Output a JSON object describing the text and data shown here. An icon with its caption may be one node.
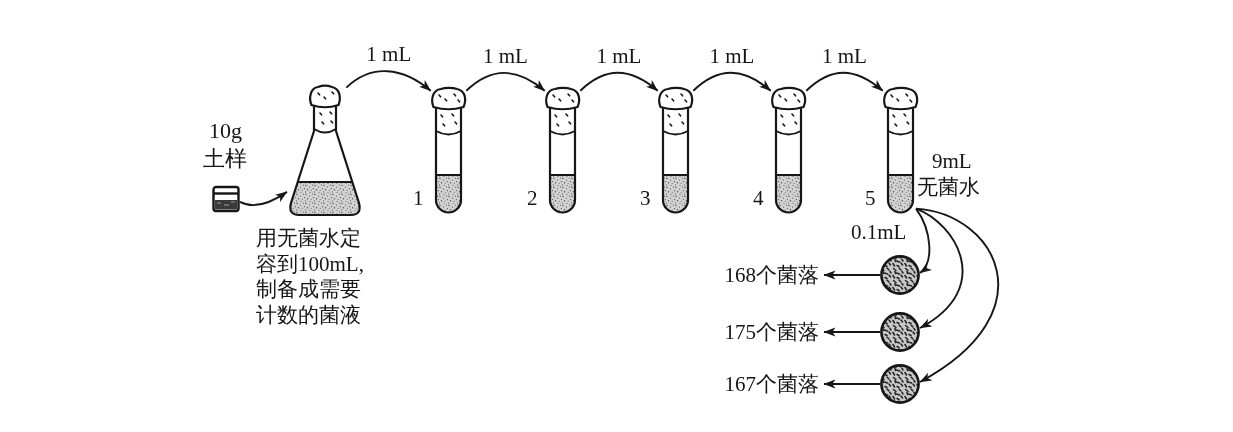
{
  "diagram": {
    "nodes": [
      {
        "text": [],
        "shape": "picture",
        "beside": [
          "10g土样"
        ]
      },
      {
        "text": [],
        "shape": "picture",
        "beside": [
          "用无菌水定容到100mL,制备成需要计数的菌液"
        ]
      },
      {
        "text": [],
        "shape": "picture",
        "beside": [
          "1"
        ]
      },
      {
        "text": [],
        "shape": "picture",
        "beside": [
          "2"
        ]
      },
      {
        "text": [],
        "shape": "picture",
        "beside": [
          "3"
        ]
      },
      {
        "text": [],
        "shape": "picture",
        "beside": [
          "4"
        ]
      },
      {
        "text": [],
        "shape": "picture",
        "beside": [
          "5",
          "9mL无菌水"
        ]
      },
      {
        "text": [],
        "shape": "circle"
      },
      {
        "text": [],
        "shape": "circle"
      },
      {
        "text": [],
        "shape": "circle"
      },
      {
        "text": [
          "168个菌落"
        ]
      },
      {
        "text": [
          "175个菌落"
        ]
      },
      {
        "text": [
          "167个菌落"
        ]
      }
    ],
    "edges": [
      {
        "from": 0,
        "to": 1,
        "arrow": "to"
      },
      {
        "from": 1,
        "to": 2,
        "arrow": "to",
        "label": "1 mL"
      },
      {
        "from": 2,
        "to": 3,
        "arrow": "to",
        "label": "1 mL"
      },
      {
        "from": 3,
        "to": 4,
        "arrow": "to",
        "label": "1 mL"
      },
      {
        "from": 4,
        "to": 5,
        "arrow": "to",
        "label": "1 mL"
      },
      {
        "from": 5,
        "to": 6,
        "arrow": "to",
        "label": "1 mL"
      },
      {
        "from": 6,
        "to": 7,
        "arrow": "to",
        "label": "0.1mL"
      },
      {
        "from": 6,
        "to": 8,
        "arrow": "to"
      },
      {
        "from": 6,
        "to": 9,
        "arrow": "to"
      },
      {
        "from": 7,
        "to": 10,
        "arrow": "to"
      },
      {
        "from": 8,
        "to": 11,
        "arrow": "to"
      },
      {
        "from": 9,
        "to": 12,
        "arrow": "to"
      }
    ]
  }
}
